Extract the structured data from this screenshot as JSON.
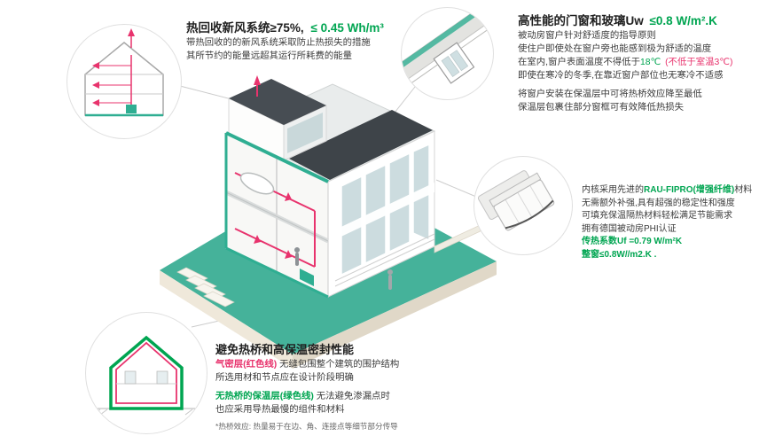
{
  "colors": {
    "teal_illustration": "#45b29a",
    "green_text": "#00a551",
    "red_text": "#e8336d",
    "roof_dark": "#3e4449",
    "ink": "#2b2b2b"
  },
  "heat_recovery": {
    "title_black": "热回收新风系统≥75%,",
    "title_green": "≤ 0.45 Wh/m³",
    "line1": "带热回收的的新风系统采取防止热损失的措施",
    "line2": "其所节约的能量远超其运行所耗费的能量"
  },
  "windows": {
    "title_black": "高性能的门窗和玻璃Uw",
    "title_green": "≤0.8 W/m².K",
    "line1": "被动房窗户针对舒适度的指导原则",
    "line2": "使住户即使处在窗户旁也能感到极为舒适的温度",
    "line3_black": "在室内,窗户表面温度不得低于",
    "line3_green": "18℃",
    "line3_red": "(不低于室温3℃)",
    "line4": "即使在寒冷的冬季,在靠近窗户部位也无寒冷不适感",
    "line5": "将窗户安装在保温层中可将热桥效应降至最低",
    "line6": "保温层包裹住部分窗框可有效降低热损失"
  },
  "profile": {
    "line1_a": "内核采用先进的",
    "line1_green": "RAU-FIPRO(增强纤维)",
    "line1_b": "材料",
    "line2": "无需额外补强,具有超强的稳定性和强度",
    "line3": "可填充保温隔热材料轻松满足节能需求",
    "line4": "拥有德国被动房PHI认证",
    "line5": "传热系数Uf =0.79 W/m²K",
    "line6": "整窗≤0.8W//m2.K ."
  },
  "thermal": {
    "title": "避免热桥和高保温密封性能",
    "p1_red": "气密层(红色线)",
    "p1_rest": "无缝包围整个建筑的围护结构",
    "p1_line2": "所选用材和节点应在设计阶段明确",
    "p2_green": "无热桥的保温层(绿色线)",
    "p2_rest": "无法避免渗漏点时",
    "p2_line2": "也应采用导热最慢的组件和材料",
    "footnote": "*热桥效应: 热量易于在边、角、连接点等细节部分传导"
  }
}
